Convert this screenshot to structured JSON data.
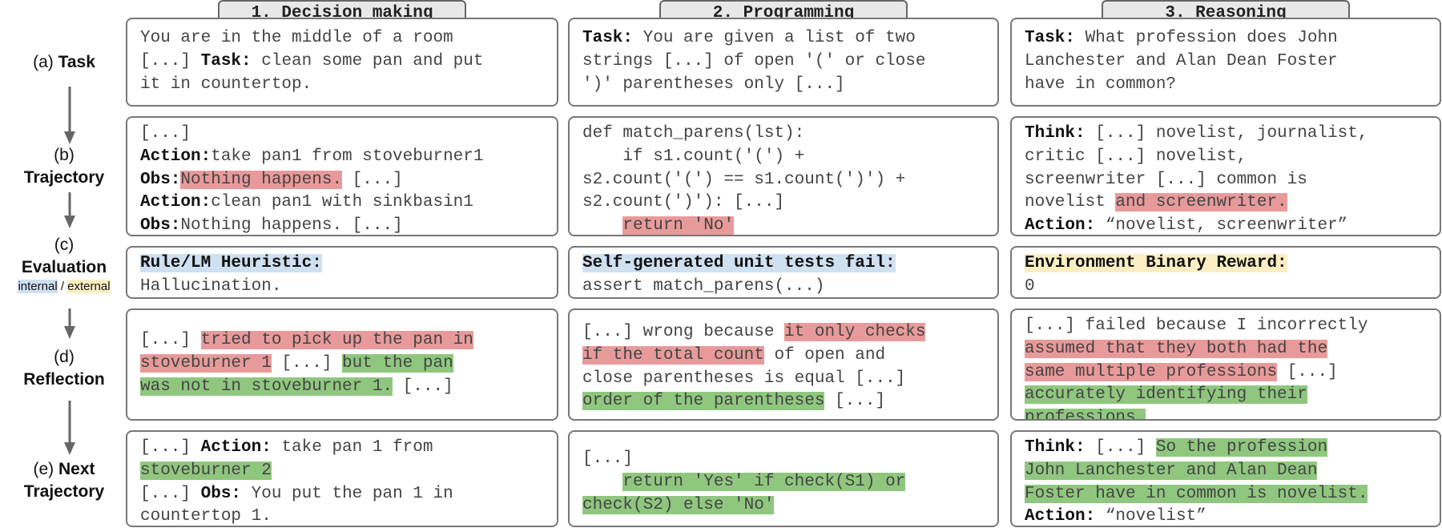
{
  "columns": [
    "1. Decision making",
    "2. Programming",
    "3. Reasoning"
  ],
  "rows": {
    "task": {
      "prefix": "(a) ",
      "name": "Task"
    },
    "trajectory": {
      "prefix": "(b)",
      "name": "Trajectory"
    },
    "evaluation": {
      "prefix": "(c)",
      "name": "Evaluation",
      "internal": "internal",
      "sep": " / ",
      "external": "external"
    },
    "reflection": {
      "prefix": "(d)",
      "name": "Reflection"
    },
    "next": {
      "prefix": "(e) ",
      "name_line1": "Next",
      "name_line2": "Trajectory"
    }
  },
  "task": {
    "col1": {
      "line1": "You are in the middle of a room",
      "pre": "[...] ",
      "kw": "Task:",
      "rest": " clean some pan and put",
      "line3": "it in countertop."
    },
    "col2": {
      "kw": "Task:",
      "line1": " You are given a list of two",
      "line2": "strings [...] of open '(' or close",
      "line3": "')' parentheses only [...]"
    },
    "col3": {
      "kw": "Task:",
      "line1": " What profession does John",
      "line2": "Lanchester and Alan Dean Foster",
      "line3": "have in common?"
    }
  },
  "trajectory": {
    "col1": {
      "l1": "[...]",
      "action_kw": "Action:",
      "action1": "take pan1 from stoveburner1",
      "obs_kw": "Obs:",
      "obs1_hl": "Nothing happens.",
      "obs1_rest": " [...]",
      "action2": "clean pan1 with sinkbasin1",
      "obs2": "Nothing happens. [...]"
    },
    "col2": {
      "l1": "def match_parens(lst):",
      "l2": "    if s1.count('(') +",
      "l3": "s2.count('(') == s1.count(')') +",
      "l4": "s2.count(')'): [...]",
      "l5_indent": "    ",
      "l5_hl": "return 'No'"
    },
    "col3": {
      "think_kw": "Think:",
      "l1": " [...] novelist, journalist,",
      "l2": "critic [...] novelist,",
      "l3": "screenwriter [...] common is",
      "l4_pre": "novelist ",
      "l4_hl": "and screenwriter.",
      "action_kw": "Action:",
      "action": " “novelist, screenwriter”"
    }
  },
  "evaluation": {
    "col1": {
      "label": "Rule/LM Heuristic:",
      "value": "Hallucination."
    },
    "col2": {
      "label": "Self-generated unit tests fail:",
      "value": "assert match_parens(...)"
    },
    "col3": {
      "label": "Environment Binary Reward:",
      "value": "0"
    }
  },
  "reflection": {
    "col1": {
      "pre": "[...] ",
      "r1": "tried to pick up the pan in",
      "r2": "stoveburner 1",
      "mid": " [...] ",
      "g1": "but the pan",
      "g2": "was not in stoveburner 1.",
      "end": " [...]"
    },
    "col2": {
      "pre": "[...] wrong because ",
      "r1": "it only checks",
      "r2": "if the total count",
      "l2_rest": " of open and",
      "l3": "close parentheses is equal [...]",
      "g1": "order of the parentheses",
      "end": " [...]"
    },
    "col3": {
      "l1": "[...] failed because I incorrectly",
      "r1": "assumed that they both had the",
      "r2": "same multiple professions",
      "mid": " [...]",
      "g1": "accurately identifying their",
      "g2": "professions."
    }
  },
  "next": {
    "col1": {
      "pre": "[...] ",
      "action_kw": "Action:",
      "a_rest": " take pan 1 from",
      "g1": "stoveburner 2",
      "pre2": "[...] ",
      "obs_kw": "Obs:",
      "o_rest": " You put the pan 1 in",
      "l4": "countertop 1."
    },
    "col2": {
      "l1": "[...]",
      "indent": "    ",
      "g1": "return 'Yes' if check(S1) or",
      "g2": "check(S2) else 'No'"
    },
    "col3": {
      "think_kw": "Think:",
      "pre": " [...] ",
      "g1": "So the profession",
      "g2": "John Lanchester and Alan Dean",
      "g3": "Foster have in common is novelist.",
      "action_kw": "Action:",
      "action": " “novelist”"
    }
  },
  "colors": {
    "red_highlight": "#e89a9a",
    "green_highlight": "#8fc77e",
    "internal_blue": "#cfe0f1",
    "external_yellow": "#fbeec3"
  }
}
